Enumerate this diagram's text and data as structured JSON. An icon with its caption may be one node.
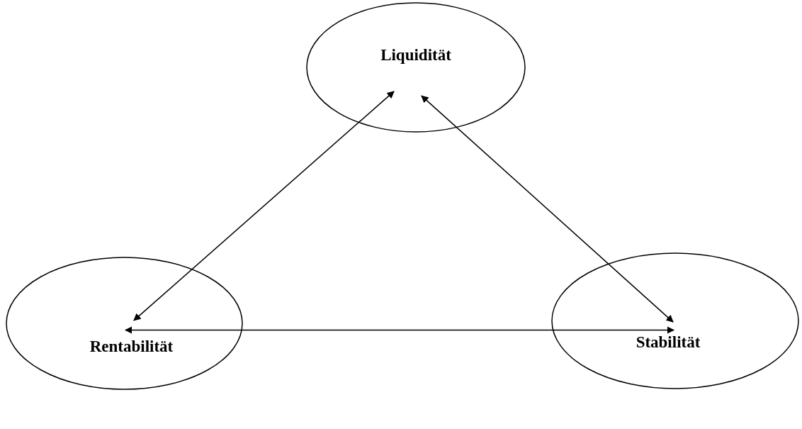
{
  "diagram": {
    "nodes": [
      {
        "text": [
          "Liquidität"
        ]
      },
      {
        "text": [
          "Rentabilität"
        ]
      },
      {
        "text": [
          "Stabilität"
        ]
      }
    ],
    "edges": [
      {
        "from": 0,
        "to": 1,
        "arrow": "both"
      },
      {
        "from": 0,
        "to": 2,
        "arrow": "both"
      },
      {
        "from": 1,
        "to": 2,
        "arrow": "both"
      }
    ]
  }
}
